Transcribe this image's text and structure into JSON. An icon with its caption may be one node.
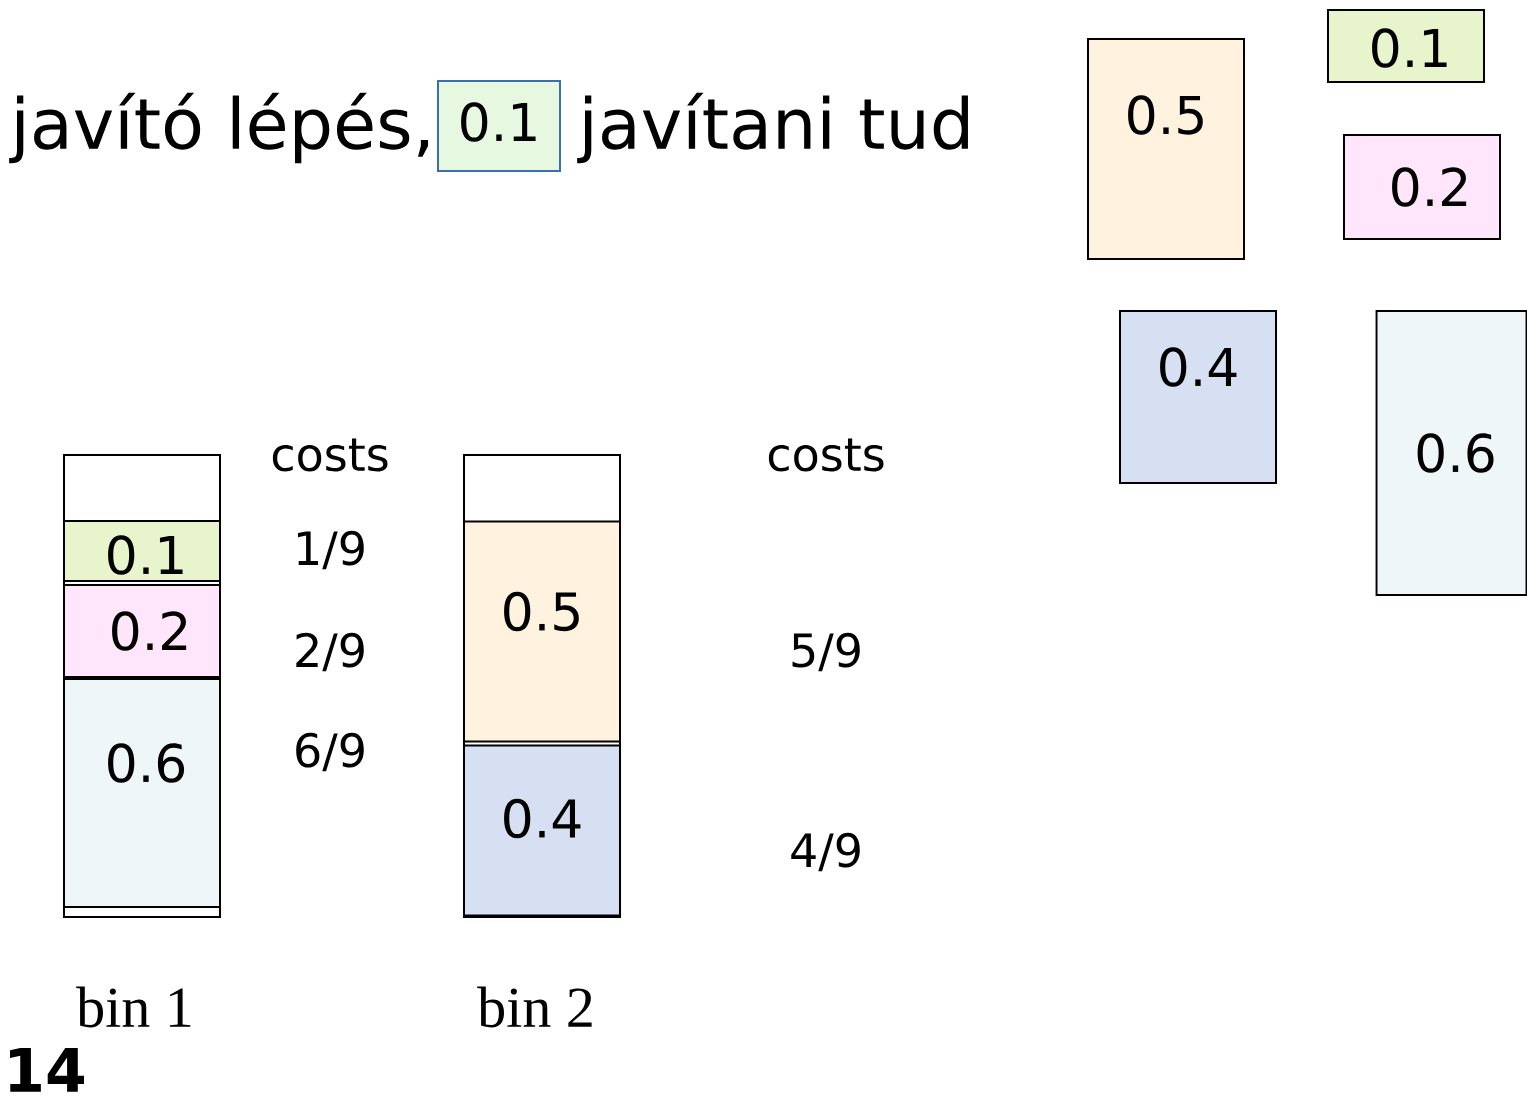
{
  "diagram": {
    "nodes": [
      {
        "text": [
          "0.1"
        ]
      },
      {
        "text": [],
        "shape": "box",
        "beside": [
          "bin 1"
        ]
      },
      {
        "text": [
          "0.1"
        ],
        "in": 1
      },
      {
        "text": [
          "0.2"
        ],
        "in": 1
      },
      {
        "text": [
          "0.6"
        ],
        "in": 1
      },
      {
        "text": [],
        "shape": "box",
        "beside": [
          "bin 2"
        ]
      },
      {
        "text": [
          "0.5"
        ],
        "in": 5
      },
      {
        "text": [
          "0.4"
        ],
        "in": 5
      },
      {
        "text": [
          "0.5"
        ]
      },
      {
        "text": [
          "0.1"
        ]
      },
      {
        "text": [
          "0.2"
        ]
      },
      {
        "text": [
          "0.4"
        ]
      },
      {
        "text": [
          "0.6"
        ]
      }
    ],
    "labels": [
      "javító lépés,",
      "javítani tud",
      "costs",
      "1/9",
      "2/9",
      "6/9",
      "costs",
      "5/9",
      "4/9",
      "14"
    ]
  }
}
